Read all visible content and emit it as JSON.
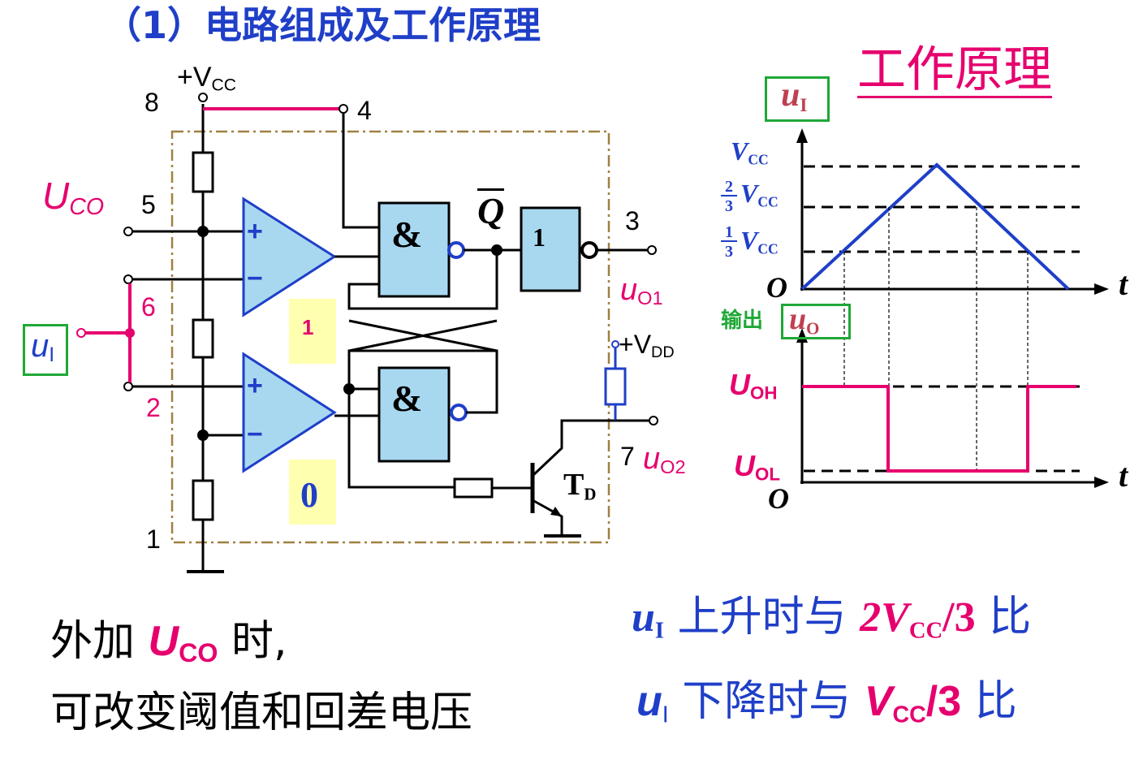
{
  "title": "（1）电路组成及工作原理",
  "waveform_title": "工作原理",
  "colors": {
    "wire": "#000000",
    "pink": "#e6006e",
    "blue": "#1f3fc8",
    "green": "#1fa836",
    "box_fill": "#a8d8f0",
    "dash_border": "#a08040",
    "note_bg": "#ffffb0",
    "uo_label": "#c04050"
  },
  "circuit": {
    "vcc_plus": "+V",
    "vcc_sub": "CC",
    "vdd_plus": "+V",
    "vdd_sub": "DD",
    "pins": {
      "p8": "8",
      "p4": "4",
      "p5": "5",
      "p6": "6",
      "p2": "2",
      "p1": "1",
      "p3": "3",
      "p7": "7"
    },
    "uco_main": "U",
    "uco_sub": "CO",
    "ui_main": "u",
    "ui_sub": "I",
    "uo1_main": "u",
    "uo1_sub": "O1",
    "uo2_main": "u",
    "uo2_sub": "O2",
    "plus": "+",
    "minus": "−",
    "and_symbol": "&",
    "inv_symbol": "1",
    "qbar": "Q",
    "td_main": "T",
    "td_sub": "D",
    "comp1_state": "1",
    "comp2_state": "0"
  },
  "waveform": {
    "ui_main": "u",
    "ui_sub": "I",
    "vcc_main": "V",
    "vcc_sub": "CC",
    "frac_two": "2",
    "frac_one": "1",
    "frac_three": "3",
    "origin": "O",
    "t_label": "t",
    "output_label": "输出",
    "uo_main": "u",
    "uo_sub": "O",
    "uoh_main": "U",
    "uoh_sub": "OH",
    "uol_main": "U",
    "uol_sub": "OL"
  },
  "notes": {
    "line1_prefix": "外加 ",
    "uco_main": "U",
    "uco_sub": "CO",
    "line1_suffix": " 时,",
    "line2": "可改变阈值和回差电压",
    "r1_u": "u",
    "r1_sub": "I",
    "r1_text": " 上升时与 ",
    "r1_frac": "2V",
    "r1_frac_sub": "CC",
    "r1_frac_end": "/3",
    "r1_end": " 比",
    "r2_u": "u",
    "r2_sub": "I",
    "r2_text": " 下降时与 ",
    "r2_frac": "V",
    "r2_frac_sub": "CC",
    "r2_frac_end": "/3",
    "r2_end": " 比"
  }
}
